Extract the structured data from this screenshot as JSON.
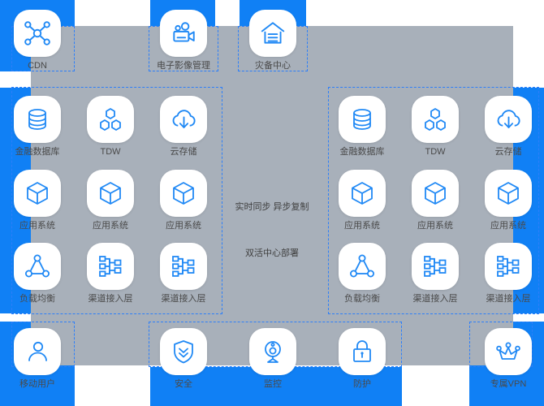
{
  "colors": {
    "accent_blue": "#1080f5",
    "icon_blue": "#2089f5",
    "panel_gray": "#a8b0ba",
    "dashed_border": "#2d7ff9",
    "tile_white": "#ffffff",
    "label_text": "#4a4a4a"
  },
  "center": {
    "sync_label": "实时同步  异步复制",
    "deploy_label": "双活中心部署"
  },
  "top_row": [
    {
      "label": "CDN",
      "icon": "cdn-network-icon"
    },
    {
      "label": "电子影像管理",
      "icon": "video-camera-icon"
    },
    {
      "label": "灾备中心",
      "icon": "disaster-recovery-building-icon"
    }
  ],
  "left_center": {
    "rows": [
      [
        {
          "label": "金融数据库",
          "icon": "database-icon"
        },
        {
          "label": "TDW",
          "icon": "cluster-nodes-icon"
        },
        {
          "label": "云存储",
          "icon": "cloud-download-icon"
        }
      ],
      [
        {
          "label": "应用系统",
          "icon": "cube-icon"
        },
        {
          "label": "应用系统",
          "icon": "cube-icon"
        },
        {
          "label": "应用系统",
          "icon": "cube-icon"
        }
      ],
      [
        {
          "label": "负载均衡",
          "icon": "load-balancer-icon"
        },
        {
          "label": "渠道接入层",
          "icon": "hierarchy-tree-icon"
        },
        {
          "label": "渠道接入层",
          "icon": "hierarchy-tree-icon"
        }
      ]
    ]
  },
  "right_center": {
    "rows": [
      [
        {
          "label": "金融数据库",
          "icon": "database-icon"
        },
        {
          "label": "TDW",
          "icon": "cluster-nodes-icon"
        },
        {
          "label": "云存储",
          "icon": "cloud-download-icon"
        }
      ],
      [
        {
          "label": "应用系统",
          "icon": "cube-icon"
        },
        {
          "label": "应用系统",
          "icon": "cube-icon"
        },
        {
          "label": "应用系统",
          "icon": "cube-icon"
        }
      ],
      [
        {
          "label": "负载均衡",
          "icon": "load-balancer-icon"
        },
        {
          "label": "渠道接入层",
          "icon": "hierarchy-tree-icon"
        },
        {
          "label": "渠道接入层",
          "icon": "hierarchy-tree-icon"
        }
      ]
    ]
  },
  "bottom_row": [
    {
      "label": "移动用户",
      "icon": "user-icon"
    },
    {
      "label": "安全",
      "icon": "shield-icon"
    },
    {
      "label": "监控",
      "icon": "webcam-monitor-icon"
    },
    {
      "label": "防护",
      "icon": "lock-icon"
    },
    {
      "label": "专属VPN",
      "icon": "vpn-crown-icon"
    }
  ]
}
